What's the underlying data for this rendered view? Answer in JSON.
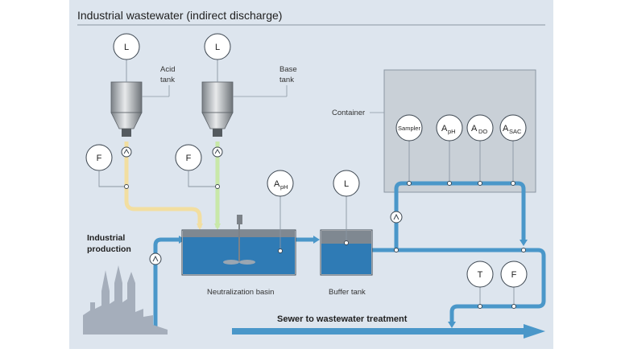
{
  "title": "Industrial wastewater (indirect discharge)",
  "labels": {
    "acid_tank": [
      "Acid",
      "tank"
    ],
    "base_tank": [
      "Base",
      "tank"
    ],
    "container": "Container",
    "industrial_production": [
      "Industrial",
      "production"
    ],
    "neutralization_basin": "Neutralization basin",
    "buffer_tank": "Buffer tank",
    "sewer": "Sewer to wastewater treatment"
  },
  "instruments": {
    "level_acid": "L",
    "level_base": "L",
    "flow_acid": "F",
    "flow_base": "F",
    "ph_basin": {
      "main": "A",
      "sub": "pH"
    },
    "level_buffer": "L",
    "sampler": "Sampler",
    "ph_container": {
      "main": "A",
      "sub": "pH"
    },
    "do_container": {
      "main": "A",
      "sub": "DO"
    },
    "sac_container": {
      "main": "A",
      "sub": "SAC"
    },
    "temp_outlet": "T",
    "flow_outlet": "F"
  },
  "colors": {
    "background": "#dde5ee",
    "water_pipe": "#4a97c9",
    "water_pipe_dark": "#2f6f9c",
    "acid_line": "#f2dea0",
    "base_line": "#c8e8a8",
    "tank_water": "#2f7bb5",
    "container_fill": "#c9d0d7",
    "factory": "#a5aebb"
  }
}
